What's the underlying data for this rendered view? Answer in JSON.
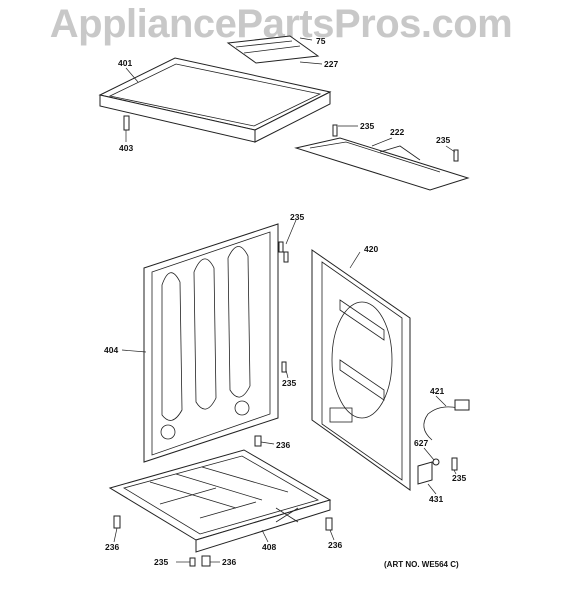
{
  "watermark": "AppliancePartsPros.com",
  "art_number": "(ART NO. WE564 C)",
  "labels": {
    "p401": "401",
    "p75": "75",
    "p227": "227",
    "p403": "403",
    "p235a": "235",
    "p222": "222",
    "p235b": "235",
    "p235c": "235",
    "p420": "420",
    "p404": "404",
    "p235d": "235",
    "p421": "421",
    "p627": "627",
    "p235e": "235",
    "p431": "431",
    "p236a": "236",
    "p236b": "236",
    "p236c": "236",
    "p408": "408",
    "p235f": "235",
    "p236d": "236"
  }
}
